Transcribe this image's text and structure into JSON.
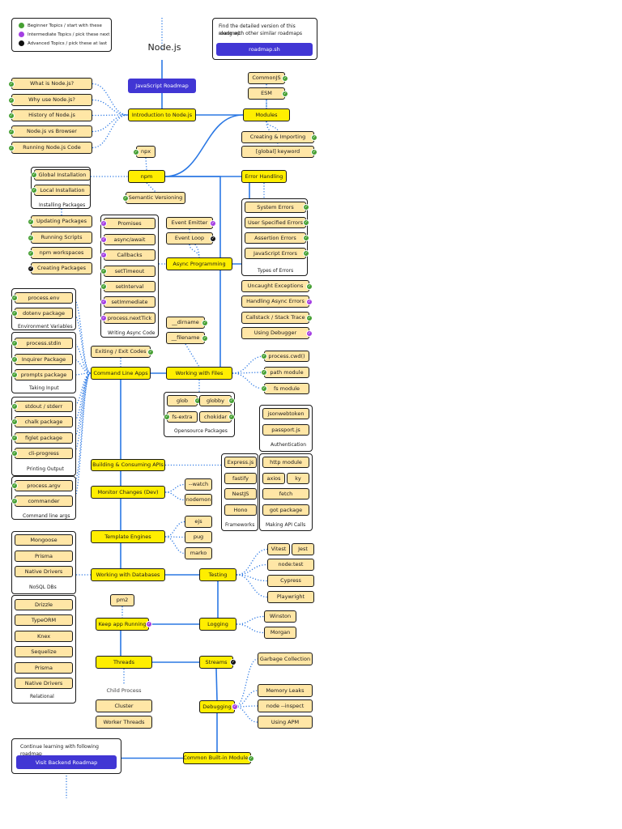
{
  "title": "Node.js",
  "legend": {
    "beginner": "Beginner Topics / start with these",
    "intermediate": "Intermediate Topics / pick these next",
    "advanced": "Advanced Topics / pick these at last"
  },
  "find_card": {
    "text_line1": "Find the detailed version of this roadmap",
    "text_line2": "along with other similar roadmaps",
    "button": "roadmap.sh"
  },
  "continue_card": {
    "text": "Continue learning with following roadmap",
    "button": "Visit Backend Roadmap"
  },
  "colors": {
    "main_node": "#ffee00",
    "sub_node": "#ffe6a6",
    "beginner": "#46a033",
    "intermediate": "#a43fe3",
    "advanced": "#111111",
    "link_button": "#4136d4",
    "edge_solid": "#2b78e4",
    "edge_dotted": "#2b78e4"
  },
  "group_labels": {
    "installing": "Installing Packages",
    "async": "Writing Async Code",
    "errors": "Types of Errors",
    "env": "Environment Variables",
    "input": "Taking Input",
    "output": "Printing Output",
    "args": "Command line args",
    "opensource": "Opensource Packages",
    "auth": "Authentication",
    "frameworks": "Frameworks",
    "apicalls": "Making API Calls",
    "nosql": "NoSQL DBs",
    "relational": "Relational"
  },
  "nodes": {
    "js_roadmap": "JavaScript Roadmap",
    "intro": "Introduction to Node.js",
    "what_is": "What is Node.js?",
    "why_use": "Why use Node.js?",
    "history": "History of Node.js",
    "vs_browser": "Node.js vs Browser",
    "running_code": "Running Node.js Code",
    "modules": "Modules",
    "commonjs": "CommonJS",
    "esm": "ESM",
    "creating_importing": "Creating & Importing",
    "global_keyword": "[global] keyword",
    "npx": "npx",
    "npm": "npm",
    "semver": "Semantic Versioning",
    "global_install": "Global Installation",
    "local_install": "Local Installation",
    "updating_pkgs": "Updating Packages",
    "running_scripts": "Running Scripts",
    "npm_workspaces": "npm workspaces",
    "creating_pkgs": "Creating Packages",
    "error_handling": "Error Handling",
    "system_errors": "System Errors",
    "user_errors": "User Specified Errors",
    "assertion_errors": "Assertion Errors",
    "js_errors": "JavaScript Errors",
    "uncaught": "Uncaught Exceptions",
    "handling_async": "Handling Async Errors",
    "callstack": "Callstack / Stack Trace",
    "debugger": "Using Debugger",
    "promises": "Promises",
    "async_await": "async/await",
    "callbacks": "Callbacks",
    "settimeout": "setTimeout",
    "setinterval": "setInterval",
    "setimmediate": "setImmediate",
    "nexttick": "process.nextTick",
    "event_emitter": "Event Emitter",
    "event_loop": "Event Loop",
    "async_prog": "Async Programming",
    "process_env": "process.env",
    "dotenv": "dotenv package",
    "process_stdin": "process.stdin",
    "inquirer": "Inquirer Package",
    "prompts": "prompts package",
    "stdout": "stdout / stderr",
    "chalk": "chalk package",
    "figlet": "figlet package",
    "cli_progress": "cli-progress",
    "process_argv": "process.argv",
    "commander": "commander",
    "exiting": "Exiting / Exit Codes",
    "cli_apps": "Command Line Apps",
    "dirname": "__dirname",
    "filename": "__filename",
    "working_files": "Working with Files",
    "process_cwd": "process.cwd()",
    "path_module": "path module",
    "fs_module": "fs module",
    "glob": "glob",
    "globby": "globby",
    "fs_extra": "fs-extra",
    "chokidar": "chokidar",
    "jsonwebtoken": "jsonwebtoken",
    "passport": "passport.js",
    "expressjs": "Express.js",
    "fastify": "fastify",
    "nestjs": "NestJS",
    "hono": "Hono",
    "http_module": "http module",
    "axios": "axios",
    "ky": "ky",
    "fetch": "fetch",
    "got": "got package",
    "building_apis": "Building & Consuming APIs",
    "monitor_changes": "Monitor Changes (Dev)",
    "watch": "--watch",
    "nodemon": "nodemon",
    "template_engines": "Template Engines",
    "ejs": "ejs",
    "pug": "pug",
    "marko": "marko",
    "mongoose": "Mongoose",
    "prisma_nosql": "Prisma",
    "native_nosql": "Native Drivers",
    "drizzle": "Drizzle",
    "typeorm": "TypeORM",
    "knex": "Knex",
    "sequelize": "Sequelize",
    "prisma_rel": "Prisma",
    "native_rel": "Native Drivers",
    "working_db": "Working with Databases",
    "testing": "Testing",
    "vitest": "Vitest",
    "jest": "Jest",
    "node_test": "node:test",
    "cypress": "Cypress",
    "playwright": "Playwright",
    "pm2": "pm2",
    "keep_running": "Keep app Running",
    "logging": "Logging",
    "winston": "Winston",
    "morgan": "Morgan",
    "threads": "Threads",
    "streams": "Streams",
    "gc": "Garbage Collection",
    "child_process": "Child Process",
    "cluster": "Cluster",
    "worker_threads": "Worker Threads",
    "debugging": "Debugging",
    "memory_leaks": "Memory Leaks",
    "node_inspect": "node --inspect",
    "using_apm": "Using APM",
    "common_builtin": "Common Built-in Modules"
  }
}
